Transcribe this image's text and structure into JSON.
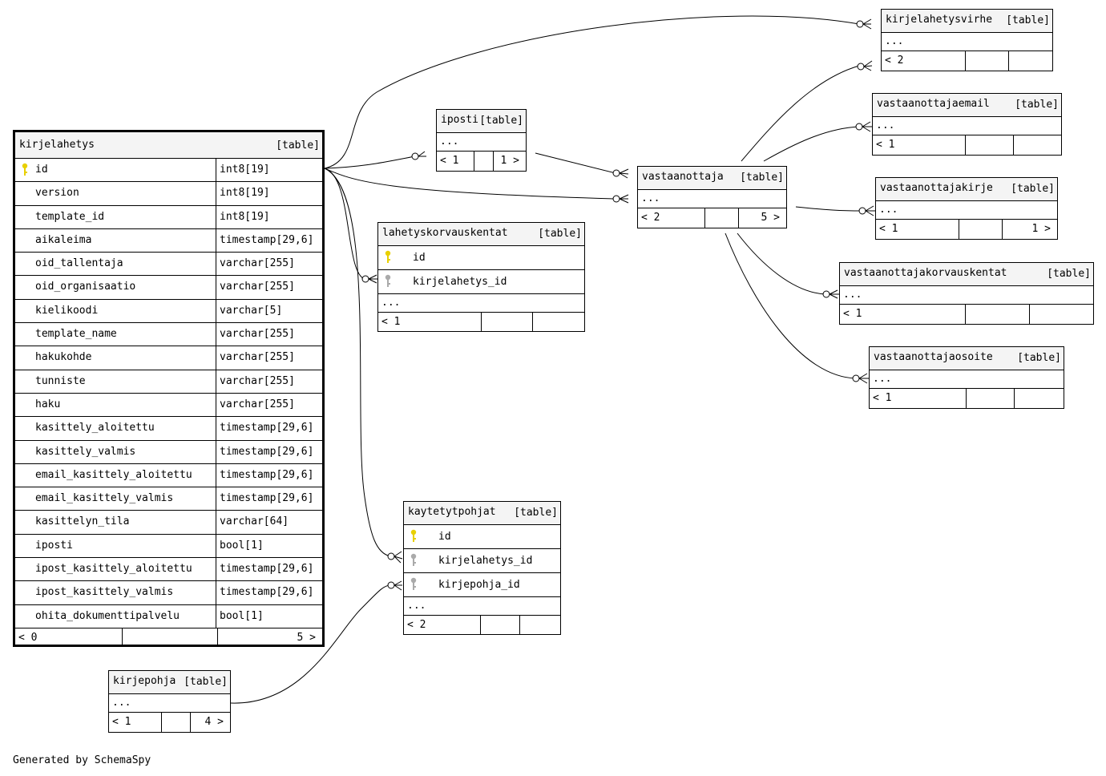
{
  "tables": {
    "kirjelahetys": {
      "name": "kirjelahetys",
      "type": "[table]",
      "columns": [
        {
          "name": "id",
          "type": "int8[19]"
        },
        {
          "name": "version",
          "type": "int8[19]"
        },
        {
          "name": "template_id",
          "type": "int8[19]"
        },
        {
          "name": "aikaleima",
          "type": "timestamp[29,6]"
        },
        {
          "name": "oid_tallentaja",
          "type": "varchar[255]"
        },
        {
          "name": "oid_organisaatio",
          "type": "varchar[255]"
        },
        {
          "name": "kielikoodi",
          "type": "varchar[5]"
        },
        {
          "name": "template_name",
          "type": "varchar[255]"
        },
        {
          "name": "hakukohde",
          "type": "varchar[255]"
        },
        {
          "name": "tunniste",
          "type": "varchar[255]"
        },
        {
          "name": "haku",
          "type": "varchar[255]"
        },
        {
          "name": "kasittely_aloitettu",
          "type": "timestamp[29,6]"
        },
        {
          "name": "kasittely_valmis",
          "type": "timestamp[29,6]"
        },
        {
          "name": "email_kasittely_aloitettu",
          "type": "timestamp[29,6]"
        },
        {
          "name": "email_kasittely_valmis",
          "type": "timestamp[29,6]"
        },
        {
          "name": "kasittelyn_tila",
          "type": "varchar[64]"
        },
        {
          "name": "iposti",
          "type": "bool[1]"
        },
        {
          "name": "ipost_kasittely_aloitettu",
          "type": "timestamp[29,6]"
        },
        {
          "name": "ipost_kasittely_valmis",
          "type": "timestamp[29,6]"
        },
        {
          "name": "ohita_dokumenttipalvelu",
          "type": "bool[1]"
        }
      ],
      "footer_left": "< 0",
      "footer_right": "5 >"
    },
    "iposti": {
      "name": "iposti",
      "type": "[table]",
      "dots": "...",
      "footer_left": "< 1",
      "footer_right": "1 >"
    },
    "lahetyskorvauskentat": {
      "name": "lahetyskorvauskentat",
      "type": "[table]",
      "col1": "id",
      "col2": "kirjelahetys_id",
      "dots": "...",
      "footer_left": "< 1"
    },
    "kaytetytpohjat": {
      "name": "kaytetytpohjat",
      "type": "[table]",
      "col1": "id",
      "col2": "kirjelahetys_id",
      "col3": "kirjepohja_id",
      "dots": "...",
      "footer_left": "< 2"
    },
    "kirjepohja": {
      "name": "kirjepohja",
      "type": "[table]",
      "dots": "...",
      "footer_left": "< 1",
      "footer_right": "4 >"
    },
    "vastaanottaja": {
      "name": "vastaanottaja",
      "type": "[table]",
      "dots": "...",
      "footer_left": "< 2",
      "footer_right": "5 >"
    },
    "kirjelahetysvirhe": {
      "name": "kirjelahetysvirhe",
      "type": "[table]",
      "dots": "...",
      "footer_left": "< 2"
    },
    "vastaanottajaemail": {
      "name": "vastaanottajaemail",
      "type": "[table]",
      "dots": "...",
      "footer_left": "< 1"
    },
    "vastaanottajakirje": {
      "name": "vastaanottajakirje",
      "type": "[table]",
      "dots": "...",
      "footer_left": "< 1",
      "footer_right": "1 >"
    },
    "vastaanottajakorvauskentat": {
      "name": "vastaanottajakorvauskentat",
      "type": "[table]",
      "dots": "...",
      "footer_left": "< 1"
    },
    "vastaanottajaosoite": {
      "name": "vastaanottajaosoite",
      "type": "[table]",
      "dots": "...",
      "footer_left": "< 1"
    }
  },
  "footer": "Generated by SchemaSpy",
  "colors": {
    "primary_key": "#e8d000",
    "foreign_key": "#aaaaaa",
    "header_bg": "#f4f4f4"
  }
}
